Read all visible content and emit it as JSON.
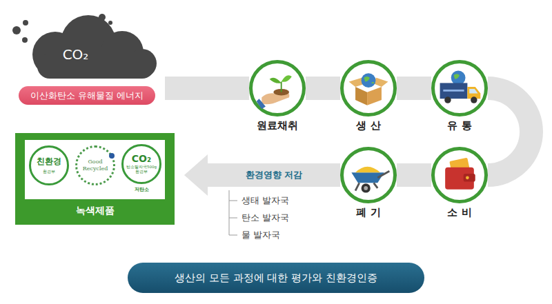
{
  "diagram": {
    "nodes": [
      {
        "text": [
          "CO₂"
        ]
      },
      {
        "text": [
          "이산화탄소 유해물질 에너지"
        ]
      },
      {
        "text": [
          "원료채취"
        ]
      },
      {
        "text": [
          "생 산"
        ]
      },
      {
        "text": [
          "유 통"
        ]
      },
      {
        "text": [
          "녹색제품"
        ]
      },
      {
        "text": [
          "친환경",
          "환경부"
        ],
        "in": 5
      },
      {
        "text": [
          "Good Recycled"
        ],
        "in": 5
      },
      {
        "text": [
          "CO₂",
          "탄소발자국500g",
          "환경부",
          "저탄소"
        ],
        "in": 5
      },
      {
        "text": [
          "폐 기"
        ]
      },
      {
        "text": [
          "소 비"
        ]
      },
      {
        "text": [
          "생산의 모든 과정에 대한 평가와 친환경인증"
        ]
      }
    ],
    "edges": [
      {
        "from": 1,
        "to": 2,
        "arrow": "none"
      },
      {
        "from": 2,
        "to": 3,
        "arrow": "none"
      },
      {
        "from": 3,
        "to": 4,
        "arrow": "none"
      },
      {
        "from": 4,
        "to": 10,
        "arrow": "none"
      },
      {
        "from": 10,
        "to": 9,
        "arrow": "none"
      },
      {
        "from": 9,
        "to": 5,
        "label": "환경영향 저감",
        "arrow": "to"
      }
    ],
    "labels": [
      "생태 발자국",
      "탄소 발자국",
      "물 발자국"
    ]
  }
}
